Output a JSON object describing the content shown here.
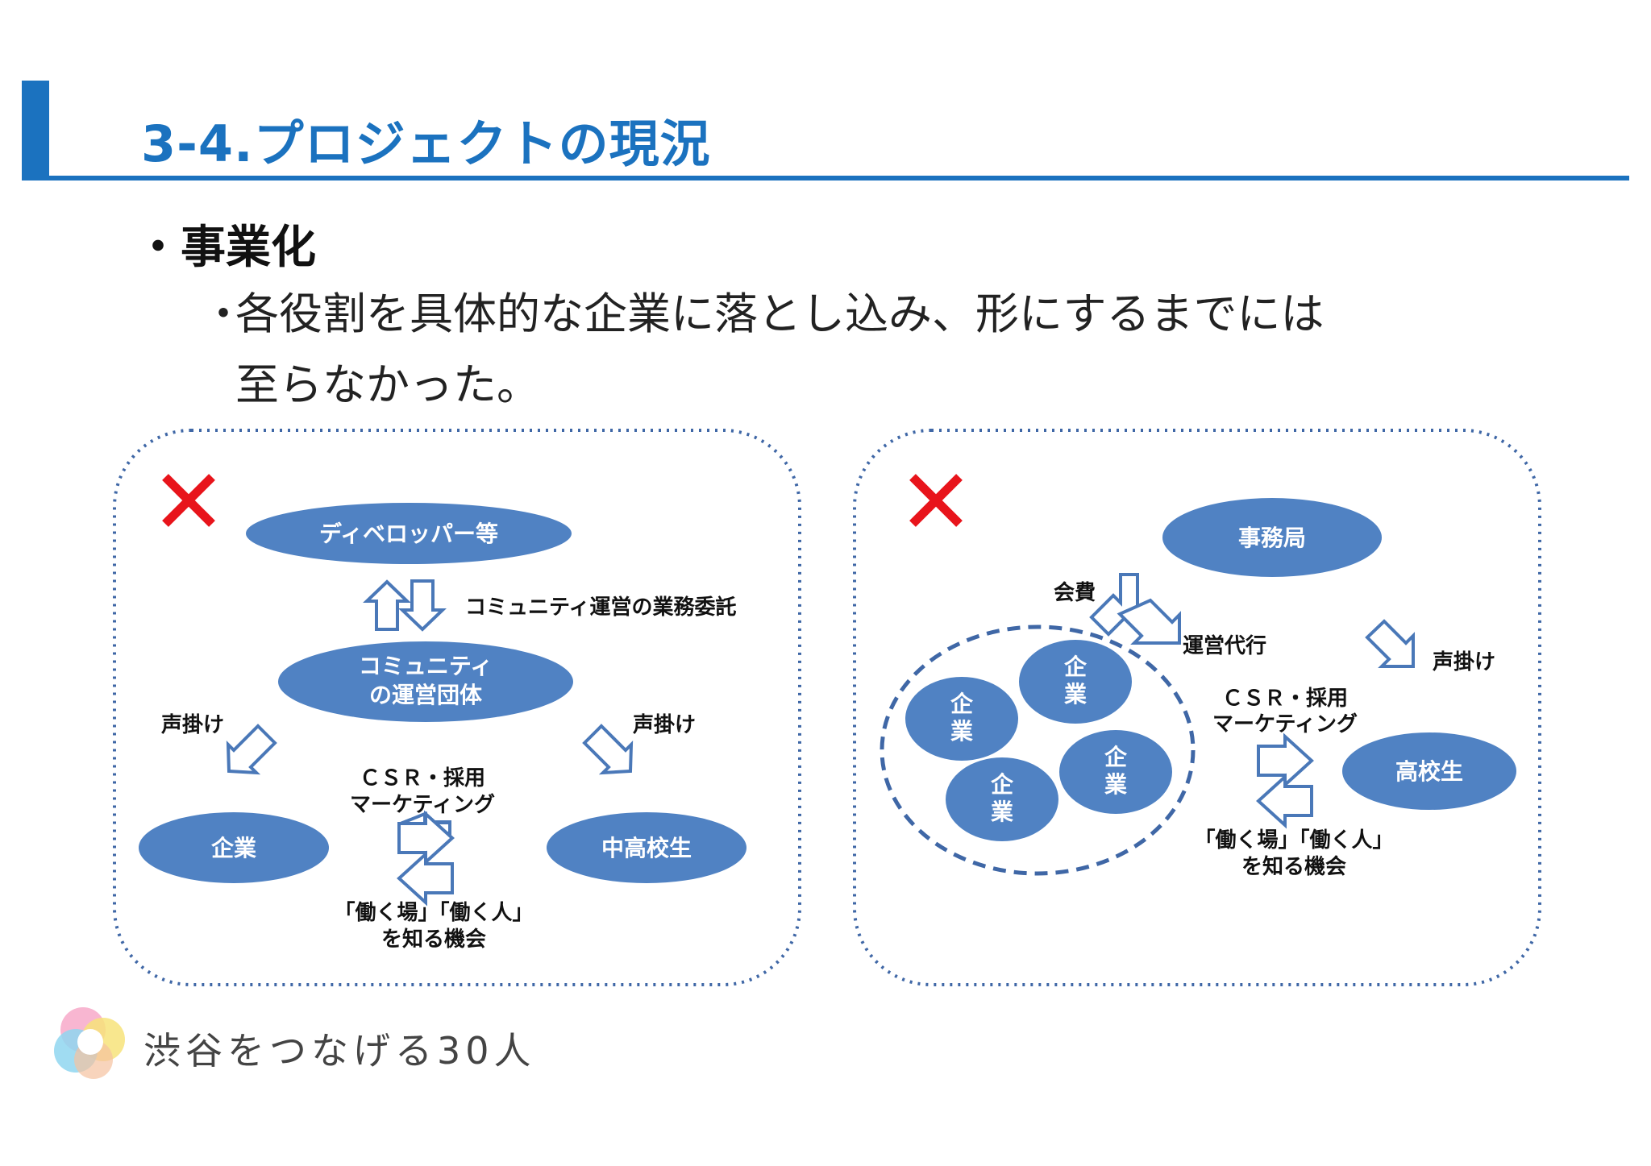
{
  "slide": {
    "title": "3-4.プロジェクトの現況",
    "bullet1": "事業化",
    "bullet2_line1": "各役割を具体的な企業に落とし込み、形にするまでには",
    "bullet2_line2": "至らなかった。"
  },
  "left_diagram": {
    "developer": "ディベロッパー等",
    "commission_label": "コミュニティ運営の業務委託",
    "community_line1": "コミュニティ",
    "community_line2": "の運営団体",
    "call_left": "声掛け",
    "call_right": "声掛け",
    "company": "企業",
    "students": "中高校生",
    "csr_line1": "ＣＳＲ・採用",
    "csr_line2": "マーケティング",
    "learn_line1": "「働く場」「働く人」",
    "learn_line2": "を知る機会"
  },
  "right_diagram": {
    "secretariat": "事務局",
    "fee_label": "会費",
    "agency_label": "運営代行",
    "call_label": "声掛け",
    "company_char1": "企",
    "company_char2": "業",
    "csr_line1": "ＣＳＲ・採用",
    "csr_line2": "マーケティング",
    "students": "高校生",
    "learn_line1": "「働く場」「働く人」",
    "learn_line2": "を知る機会"
  },
  "footer": {
    "logo_text": "渋谷をつなげる30人"
  },
  "colors": {
    "accent": "#1b72bf",
    "ellipse": "#5082c3",
    "cross": "#e8141b",
    "border": "#3f67a6"
  }
}
